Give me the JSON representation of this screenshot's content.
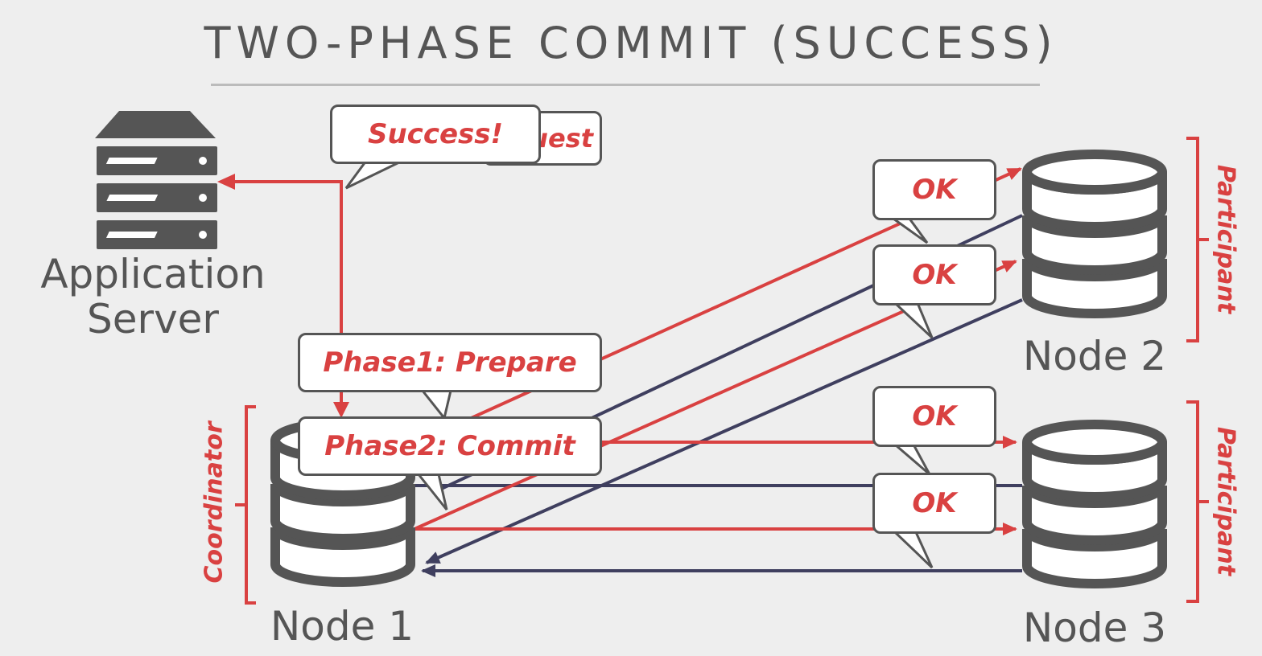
{
  "title": "TWO-PHASE COMMIT (SUCCESS)",
  "app_server": {
    "line1": "Application",
    "line2": "Server"
  },
  "nodes": {
    "node1": "Node 1",
    "node2": "Node 2",
    "node3": "Node 3"
  },
  "roles": {
    "coordinator": "Coordinator",
    "participant": "Participant"
  },
  "bubbles": {
    "request_partial": "uest",
    "success": "Success!",
    "phase1": "Phase1: Prepare",
    "phase2": "Phase2: Commit",
    "ok": "OK"
  },
  "colors": {
    "red": "#d94141",
    "navy": "#3f3f5f",
    "gray": "#555555"
  }
}
